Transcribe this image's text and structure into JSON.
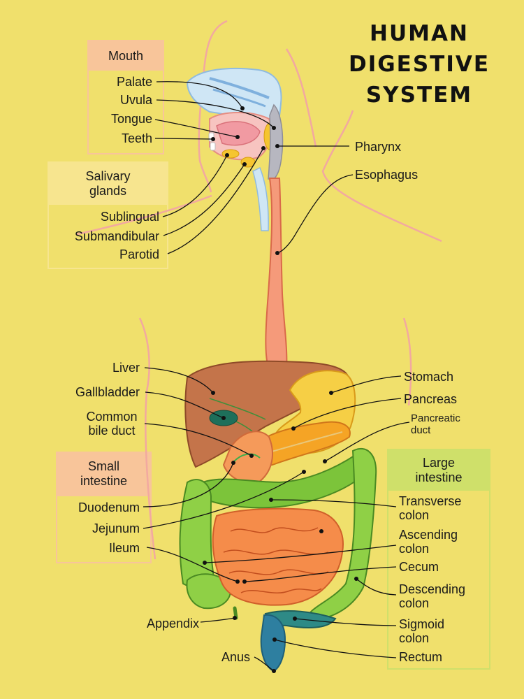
{
  "title": [
    "HUMAN",
    "DIGESTIVE",
    "SYSTEM"
  ],
  "groups": {
    "mouth": "Mouth",
    "salivary": "Salivary glands",
    "small_intestine": "Small intestine",
    "large_intestine": "Large intestine"
  },
  "labels": {
    "palate": "Palate",
    "uvula": "Uvula",
    "tongue": "Tongue",
    "teeth": "Teeth",
    "sublingual": "Sublingual",
    "submandibular": "Submandibular",
    "parotid": "Parotid",
    "pharynx": "Pharynx",
    "esophagus": "Esophagus",
    "liver": "Liver",
    "gallbladder": "Gallbladder",
    "common_bile_duct": "Common bile duct",
    "duodenum": "Duodenum",
    "jejunum": "Jejunum",
    "ileum": "Ileum",
    "appendix": "Appendix",
    "anus": "Anus",
    "stomach": "Stomach",
    "pancreas": "Pancreas",
    "pancreatic_duct": "Pancreatic duct",
    "transverse_colon": "Transverse colon",
    "ascending_colon": "Ascending colon",
    "cecum": "Cecum",
    "descending_colon": "Descending colon",
    "sigmoid_colon": "Sigmoid colon",
    "rectum": "Rectum"
  },
  "colors": {
    "background": "#f0e06c",
    "mouth_box": "#f8c59a",
    "salivary_box": "#f7e58f",
    "small_intestine_box": "#f8c59a",
    "large_intestine_box": "#cfe06a",
    "leader_line": "#111111"
  }
}
